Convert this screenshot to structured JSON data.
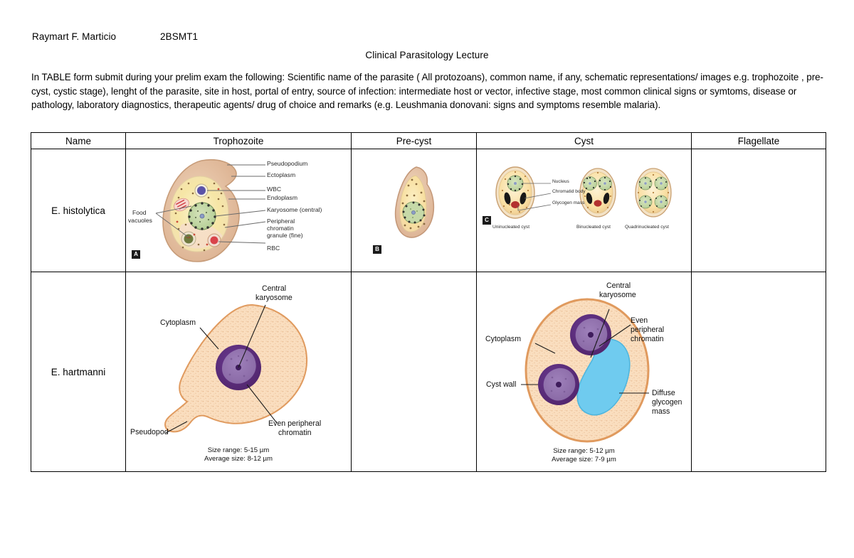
{
  "header": {
    "student_name": "Raymart F. Marticio",
    "section": "2BSMT1",
    "lecture_title": "Clinical Parasitology Lecture",
    "instructions": "In TABLE form submit during your prelim exam the following: Scientific name of the parasite ( All protozoans), common name, if any, schematic representations/ images e.g. trophozoite , pre-cyst, cystic stage), lenght of the parasite, site in host, portal of entry, source of infection: intermediate host or vector, infective stage, most common clinical signs or symtoms, disease or pathology, laboratory diagnostics, therapeutic agents/ drug of choice and remarks (e.g. Leushmania donovani: signs and symptoms resemble malaria)."
  },
  "table": {
    "columns": [
      "Name",
      "Trophozoite",
      "Pre-cyst",
      "Cyst",
      "Flagellate"
    ],
    "rows": [
      {
        "name": "E. histolytica"
      },
      {
        "name": "E. hartmanni"
      }
    ]
  },
  "diagrams": {
    "histolytica_trophozoite": {
      "panel": "A",
      "labels": [
        "Pseudopodium",
        "Ectoplasm",
        "WBC",
        "Endoplasm",
        "Karyosome (central)",
        "Peripheral",
        "chromatin",
        "granule (fine)",
        "RBC",
        "Food",
        "vacuoles"
      ]
    },
    "histolytica_precyst": {
      "panel": "B"
    },
    "histolytica_cyst": {
      "panel": "C",
      "labels": [
        "Nucleus",
        "Chromatid body",
        "Glycogen mass"
      ],
      "captions": [
        "Uninucleated cyst",
        "Binucleated cyst",
        "Quadrinucleated cyst"
      ]
    },
    "hartmanni_trophozoite": {
      "labels": {
        "central_karyosome_l1": "Central",
        "central_karyosome_l2": "karyosome",
        "cytoplasm": "Cytoplasm",
        "even_peripheral_l1": "Even peripheral",
        "even_peripheral_l2": "chromatin",
        "pseudopod": "Pseudopod"
      },
      "size_range": "Size range: 5-15 µm",
      "average_size": "Average size: 8-12 µm"
    },
    "hartmanni_cyst": {
      "labels": {
        "central_karyosome_l1": "Central",
        "central_karyosome_l2": "karyosome",
        "cytoplasm": "Cytoplasm",
        "even_l1": "Even",
        "even_l2": "peripheral",
        "even_l3": "chromatin",
        "cyst_wall": "Cyst wall",
        "diffuse_l1": "Diffuse",
        "diffuse_l2": "glycogen",
        "diffuse_l3": "mass"
      },
      "size_range": "Size range: 5-12 µm",
      "average_size": "Average size: 7-9 µm"
    }
  },
  "colors": {
    "cytoplasm_fill": "#FADEBF",
    "cell_outline": "#E09A5E",
    "nucleus_ring": "#5B2C81",
    "nucleus_inner": "#8E6EAB",
    "glycogen_blue": "#6FCBEF",
    "ectoplasm": "#E3BFA0",
    "endoplasm_yellow": "#F7E9A8",
    "karyosome_green": "#BFD6A0",
    "rbc_red": "#D9434A",
    "wbc_blue": "#5B52A8",
    "border": "#000000",
    "text": "#000000"
  }
}
